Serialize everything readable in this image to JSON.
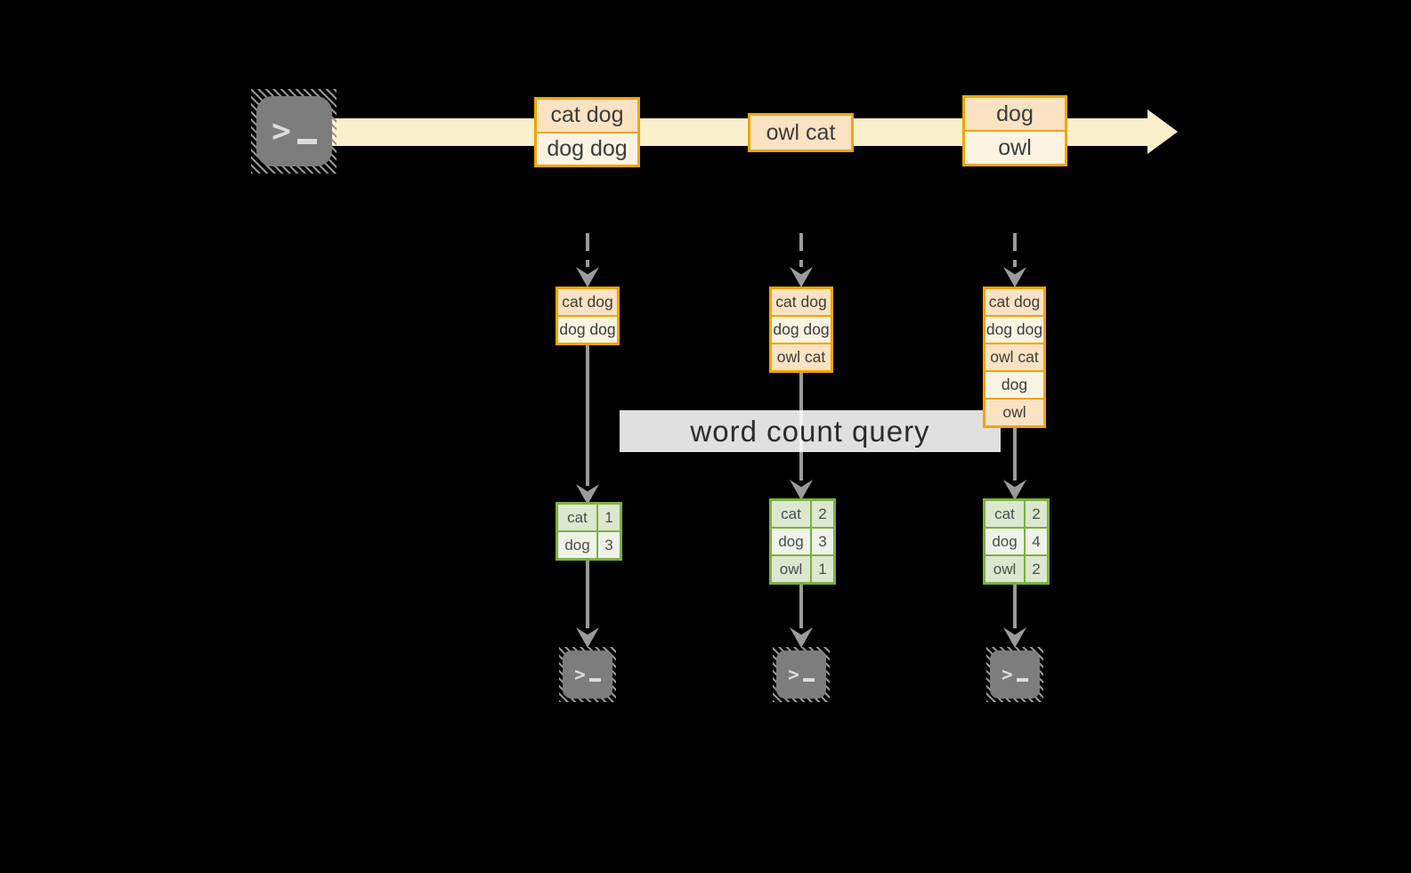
{
  "overlay": {
    "label": "word count query"
  },
  "stream": {
    "events": [
      {
        "cells": [
          "cat dog",
          "dog dog"
        ]
      },
      {
        "cells": [
          "owl cat"
        ]
      },
      {
        "cells": [
          "dog",
          "owl"
        ]
      }
    ]
  },
  "columns": [
    {
      "buffer": [
        "cat dog",
        "dog dog"
      ],
      "counts": [
        {
          "word": "cat",
          "count": "1"
        },
        {
          "word": "dog",
          "count": "3"
        }
      ]
    },
    {
      "buffer": [
        "cat dog",
        "dog dog",
        "owl cat"
      ],
      "counts": [
        {
          "word": "cat",
          "count": "2"
        },
        {
          "word": "dog",
          "count": "3"
        },
        {
          "word": "owl",
          "count": "1"
        }
      ]
    },
    {
      "buffer": [
        "cat dog",
        "dog dog",
        "owl cat",
        "dog",
        "owl"
      ],
      "counts": [
        {
          "word": "cat",
          "count": "2"
        },
        {
          "word": "dog",
          "count": "4"
        },
        {
          "word": "owl",
          "count": "2"
        }
      ]
    }
  ],
  "icons": {
    "source": "terminal-icon",
    "sinks": [
      "terminal-icon",
      "terminal-icon",
      "terminal-icon"
    ]
  },
  "colors": {
    "stream_band": "#FBF0CC",
    "box_border": "#F0A500",
    "cell_dark": "#FAE2C2",
    "cell_light": "#FDF3E2",
    "table_border": "#7CAF42",
    "row_dark": "#DBE7CE",
    "row_light": "#EEF3E8",
    "arrow_gray": "#9B9B9B",
    "terminal_gray": "#7D7D7D",
    "background": "#000000"
  }
}
